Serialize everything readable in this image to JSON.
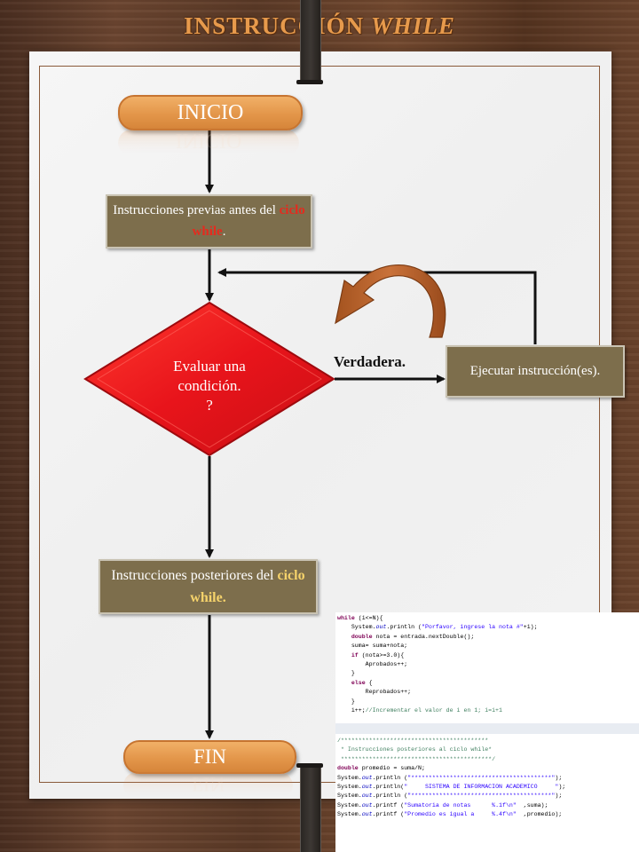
{
  "title": {
    "main": "INSTRUCCIÓN ",
    "emph": "WHILE"
  },
  "nodes": {
    "start": "INICIO",
    "end": "FIN",
    "prev": {
      "text": "Instrucciones previas antes del ",
      "highlight": "ciclo while",
      "suffix": "."
    },
    "condition": {
      "line1": "Evaluar una",
      "line2": "condición.",
      "line3": "?"
    },
    "post": {
      "text": "Instrucciones posteriores del ",
      "highlight": "ciclo while",
      "suffix": "."
    },
    "exec": "Ejecutar instrucción(es)."
  },
  "edges": {
    "true_label": "Verdadera."
  },
  "colors": {
    "diamond": "#e8141b",
    "pill": "#e3964a",
    "box": "#7d6e4c",
    "loop_arrow": "#b9622d"
  },
  "code1": [
    "while (i<=N){",
    "    System.out.println (\"Porfavor, ingrese la nota #\"+i);",
    "    double nota = entrada.nextDouble();",
    "    suma= suma+nota;",
    "    if (nota>=3.0){",
    "        Aprobados++;",
    "    }",
    "    else {",
    "        Reprobados++;",
    "    }",
    "    i++;//Incrementar el valor de i en 1; i=i+1",
    "",
    "}"
  ],
  "code2": [
    "/******************************************",
    " * Instrucciones posteriores al ciclo while*",
    " *******************************************/",
    "double promedio = suma/N;",
    "System.out.println (\"****************************************\");",
    "System.out.println(\"     SISTEMA DE INFORMACION ACADEMICO     \");",
    "System.out.println (\"****************************************\");",
    "System.out.printf (\"Sumatoria de notas      %.1f\\n\"  ,suma);",
    "System.out.printf (\"Promedio es igual a     %.4f\\n\"  ,promedio);"
  ]
}
